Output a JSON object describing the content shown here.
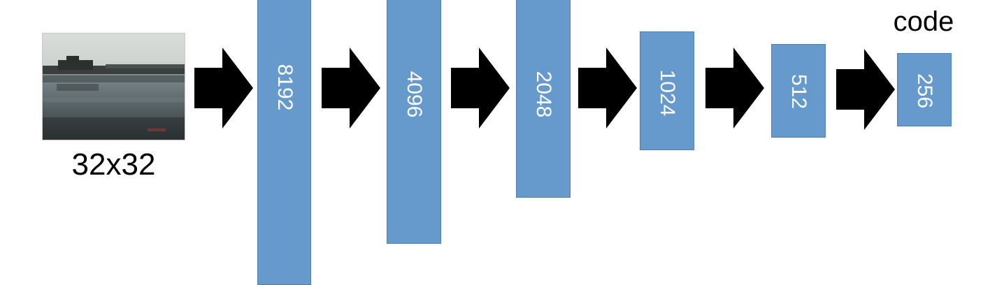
{
  "diagram": {
    "input": {
      "caption": "32x32",
      "icon": "landscape-thumbnail"
    },
    "code_label": "code",
    "layers": [
      {
        "units": "8192"
      },
      {
        "units": "4096"
      },
      {
        "units": "2048"
      },
      {
        "units": "1024"
      },
      {
        "units": "512"
      },
      {
        "units": "256"
      }
    ],
    "arrow_icon": "right-arrow-icon",
    "colors": {
      "layer_fill": "#6699cc",
      "layer_border": "#4f7fb0",
      "label_text": "#ffffff",
      "arrow": "#000000"
    }
  }
}
